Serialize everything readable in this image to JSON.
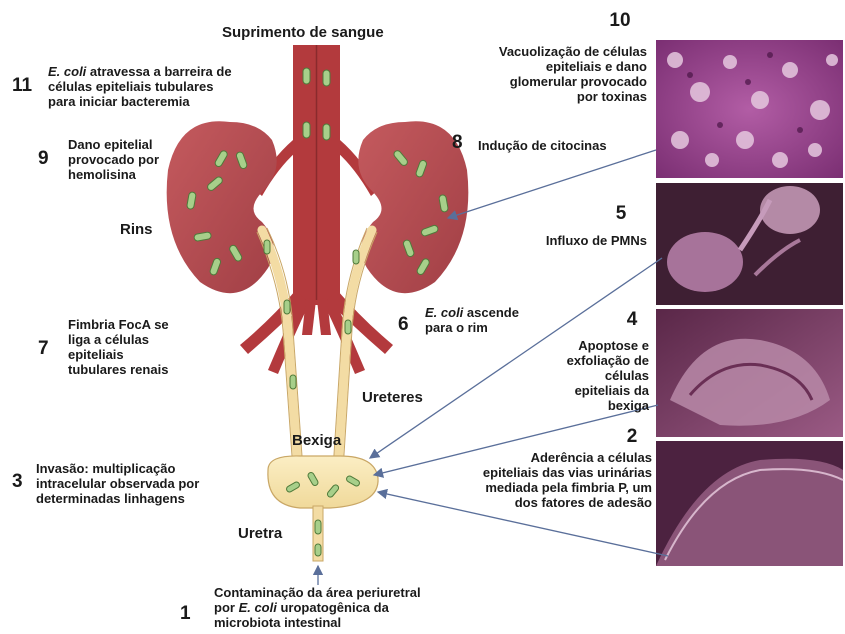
{
  "title": "Suprimento de sangue",
  "structures": {
    "kidneys": "Rins",
    "ureters": "Ureteres",
    "bladder": "Bexiga",
    "urethra": "Uretra"
  },
  "steps": [
    {
      "num": "1",
      "pre": "Contaminação da área periuretral",
      "line2_pre": "por ",
      "italic": "E. coli",
      "line2_post": " uropatogênica da",
      "line3": "microbiota intestinal"
    },
    {
      "num": "2",
      "lines": [
        "Aderência a células",
        "epiteliais das vias urinárias",
        "mediada pela fimbria P, um",
        "dos fatores de adesão"
      ]
    },
    {
      "num": "3",
      "lines": [
        "Invasão: multiplicação",
        "intracelular observada por",
        "determinadas linhagens"
      ]
    },
    {
      "num": "4",
      "lines": [
        "Apoptose e",
        "exfoliação de",
        "células",
        "epiteliais da",
        "bexiga"
      ]
    },
    {
      "num": "5",
      "lines": [
        "Influxo de PMNs"
      ]
    },
    {
      "num": "6",
      "italic": "E. coli",
      "post": " ascende",
      "line2": "para o rim"
    },
    {
      "num": "7",
      "lines": [
        "Fimbria FocA se",
        "liga a células",
        "epiteliais",
        "tubulares renais"
      ]
    },
    {
      "num": "8",
      "lines": [
        "Indução de citocinas"
      ]
    },
    {
      "num": "9",
      "lines": [
        "Dano epitelial",
        "provocado por",
        "hemolisina"
      ]
    },
    {
      "num": "10",
      "lines": [
        "Vacuolização de células",
        "epiteliais e dano",
        "glomerular provocado",
        "por toxinas"
      ]
    },
    {
      "num": "11",
      "italic": "E. coli",
      "post": " atravessa a barreira de",
      "line2": "células epiteliais tubulares",
      "line3": "para iniciar bacteremia"
    }
  ],
  "colors": {
    "kidney": "#b34a4f",
    "vessel": "#b33a3d",
    "ureter": "#f3dca4",
    "bacterium": "#a7cf8a",
    "histology": "#9a4a8e",
    "sem": "#7a3f62",
    "arrow": "#5a6f9a"
  }
}
